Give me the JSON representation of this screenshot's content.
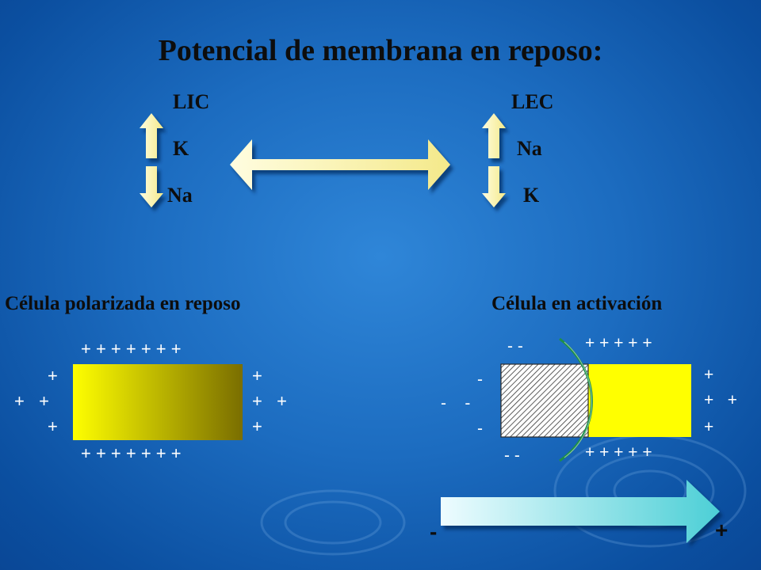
{
  "title": "Potencial de membrana en reposo:",
  "top_diagram": {
    "left_column": {
      "heading": "LIC",
      "ions": [
        "K",
        "Na"
      ]
    },
    "right_column": {
      "heading": "LEC",
      "ions": [
        "Na",
        "K"
      ]
    }
  },
  "polarized_cell": {
    "label": "Célula polarizada en reposo",
    "top_signs": "+ + + + + + +",
    "bottom_signs": "+ + + + + + +",
    "left_signs": [
      "+",
      "+   +",
      "+"
    ],
    "right_signs": [
      "+",
      "+   +",
      "+"
    ]
  },
  "activated_cell": {
    "label": "Célula en activación",
    "top_negative": "- -",
    "top_positive": "+ + + + +",
    "bottom_negative": "- -",
    "bottom_positive": "+ + + + +",
    "left_signs": [
      "-",
      "-    -",
      "-"
    ],
    "right_signs": [
      "+",
      "+   +",
      "+"
    ]
  },
  "gradient_arrow": {
    "start_label": "-",
    "end_label": "+"
  },
  "colors": {
    "background": "#1c6cc0",
    "arrow_fill": "#fff7a8",
    "cell_yellow": "#ffff00",
    "cell_dark": "#7a7000",
    "text": "#0d0d0d",
    "signs": "#ffffff",
    "wave_arc": "#1e8f4a"
  }
}
